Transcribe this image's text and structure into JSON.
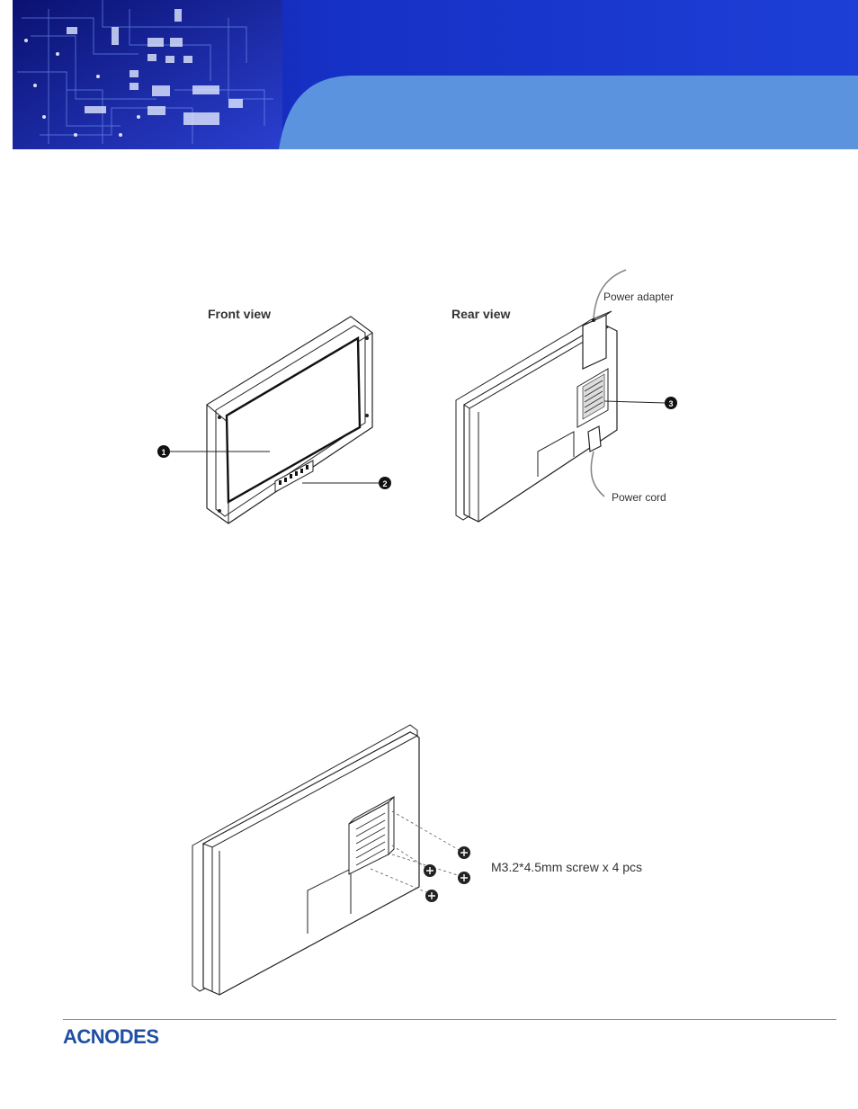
{
  "figure_front": {
    "title": "Front view",
    "callout_1": "1",
    "callout_2": "2"
  },
  "figure_rear": {
    "title": "Rear view",
    "power_adapter_label": "Power adapter",
    "power_cord_label": "Power cord",
    "callout_3": "3"
  },
  "figure_screws": {
    "screw_label": "M3.2*4.5mm screw x 4 pcs"
  },
  "footer": {
    "logo_text": "ACNODES"
  },
  "colors": {
    "banner_dark": "#0b1a8a",
    "banner_blue": "#1d3fd6",
    "banner_light": "#5b93de",
    "footer_rule": "#e07a2e",
    "logo_blue": "#1f4fa3"
  }
}
